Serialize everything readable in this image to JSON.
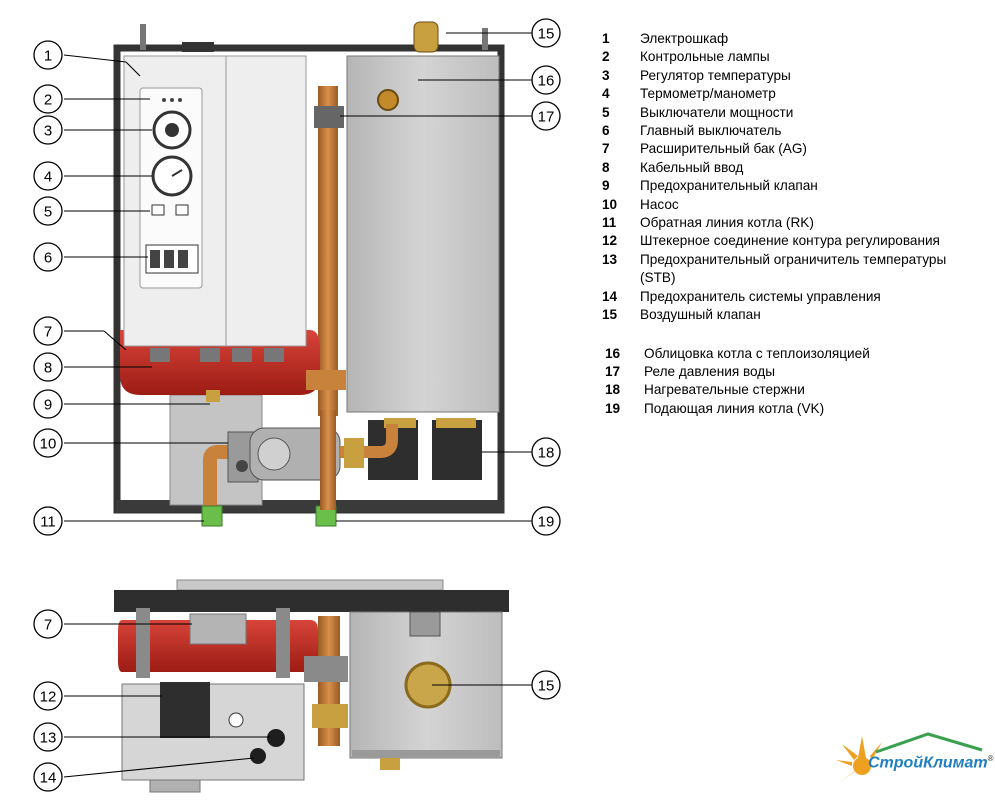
{
  "callouts": {
    "c1": "1",
    "c2": "2",
    "c3": "3",
    "c4": "4",
    "c5": "5",
    "c6": "6",
    "c7": "7",
    "c8": "8",
    "c9": "9",
    "c10": "10",
    "c11": "11",
    "c15": "15",
    "c16": "16",
    "c17": "17",
    "c18": "18",
    "c19": "19",
    "c7b": "7",
    "c12": "12",
    "c13": "13",
    "c14": "14",
    "c15b": "15"
  },
  "legend": [
    {
      "num": "1",
      "text": "Электрошкаф"
    },
    {
      "num": "2",
      "text": "Контрольные лампы"
    },
    {
      "num": "3",
      "text": "Регулятор температуры"
    },
    {
      "num": "4",
      "text": "Термометр/манометр"
    },
    {
      "num": "5",
      "text": "Выключатели мощности"
    },
    {
      "num": "6",
      "text": "Главный выключатель"
    },
    {
      "num": "7",
      "text": "Расширительный бак (AG)"
    },
    {
      "num": "8",
      "text": "Кабельный ввод"
    },
    {
      "num": "9",
      "text": "Предохранительный клапан"
    },
    {
      "num": "10",
      "text": "Насос"
    },
    {
      "num": "11",
      "text": "Обратная линия котла (RK)"
    },
    {
      "num": "12",
      "text": "Штекерное соединение контура регулирования"
    },
    {
      "num": "13",
      "text": "Предохранительный ограничитель температуры"
    },
    {
      "num": "",
      "text": "(STB)"
    },
    {
      "num": "14",
      "text": "Предохранитель системы управления"
    },
    {
      "num": "15",
      "text": "Воздушный клапан"
    }
  ],
  "legend2": [
    {
      "num": "16",
      "text": "Облицовка котла с теплоизоляцией"
    },
    {
      "num": "17",
      "text": "Реле давления воды"
    },
    {
      "num": "18",
      "text": "Нагревательные стержни"
    },
    {
      "num": "19",
      "text": "Подающая линия котла (VK)"
    }
  ],
  "logo": {
    "text": "СтройКлимат",
    "mark": "®"
  },
  "colors": {
    "red": "#c0281e",
    "copper": "#c8823c",
    "panel": "#eeeeee",
    "frame": "#333333",
    "tank": "#c9c9c9",
    "brass": "#c8a040",
    "logo_blue": "#1f7fbf",
    "logo_orange": "#f0a020"
  }
}
